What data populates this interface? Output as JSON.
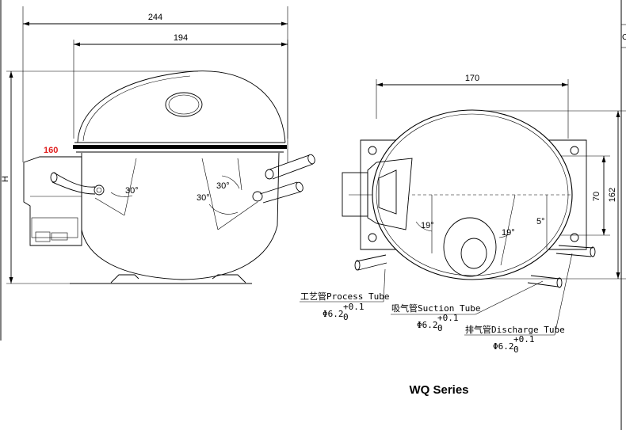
{
  "left_view": {
    "overall_width": "244",
    "dome_width": "194",
    "height_label": "H",
    "highlight_value": "160",
    "angle_left": "30°",
    "angle_right_a": "30°",
    "angle_right_b": "30°"
  },
  "right_view": {
    "width": "170",
    "height_outer": "162",
    "height_inner": "70",
    "angle_a": "19°",
    "angle_b": "19°",
    "angle_c": "5°"
  },
  "tubes": {
    "process": {
      "label": "工艺管Process Tube",
      "diameter": "Φ6.2",
      "tol_upper": "+0.1",
      "tol_lower": "0"
    },
    "suction": {
      "label": "吸气管Suction Tube",
      "diameter": "Φ6.2",
      "tol_upper": "+0.1",
      "tol_lower": "0"
    },
    "discharge": {
      "label": "排气管Discharge Tube",
      "diameter": "Φ6.2",
      "tol_upper": "+0.1",
      "tol_lower": "0"
    }
  },
  "series_title": "WQ Series",
  "edge_partial_text": "C"
}
